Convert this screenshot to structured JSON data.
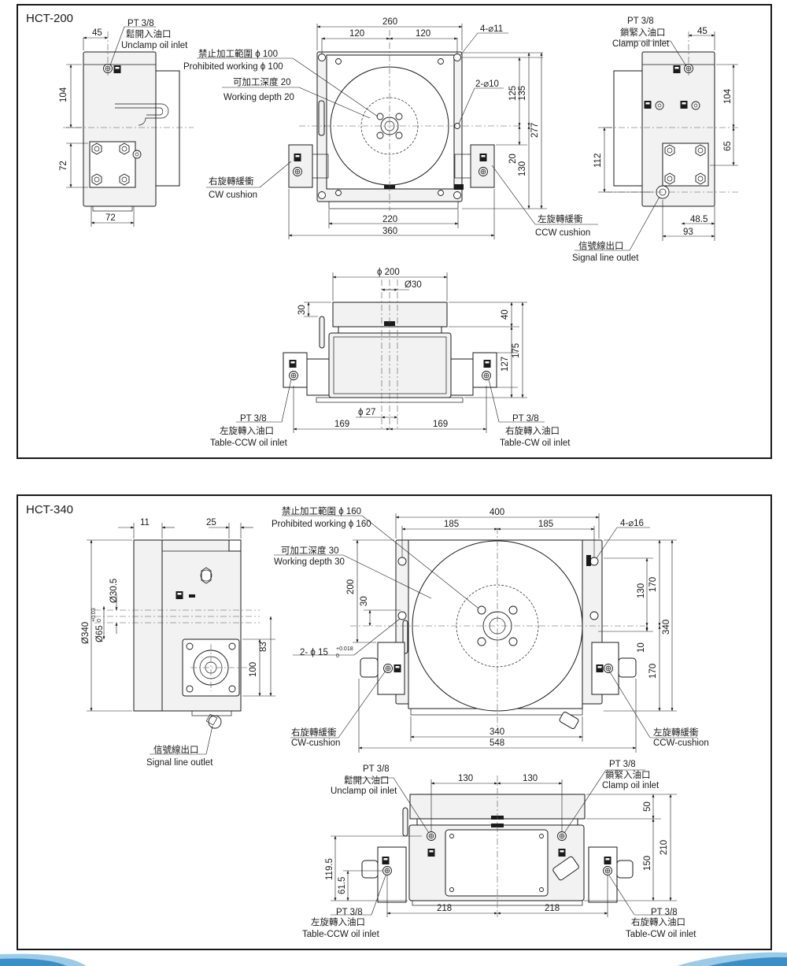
{
  "panels": [
    {
      "title": "HCT-200"
    },
    {
      "title": "HCT-340"
    }
  ],
  "hct200": {
    "labels": {
      "unclamp_pt": "PT 3/8",
      "unclamp_cn": "鬆開入油口",
      "unclamp_en": "Unclamp oil inlet",
      "prohibited_cn": "禁止加工範圍 ϕ 100",
      "prohibited_en": "Prohibited working ϕ 100",
      "depth_cn": "可加工深度 20",
      "depth_en": "Working depth 20",
      "cw_cn": "右旋轉緩衝",
      "cw_en": "CW cushion",
      "clamp_pt": "PT 3/8",
      "clamp_cn": "鎖緊入油口",
      "clamp_en": "Clamp oil inlet",
      "ccw_cn": "左旋轉緩衝",
      "ccw_en": "CCW cushion",
      "signal_cn": "信號線出口",
      "signal_en": "Signal line outlet",
      "tccw_pt": "PT 3/8",
      "tccw_cn": "左旋轉入油口",
      "tccw_en": "Table-CCW oil inlet",
      "tcw_pt": "PT 3/8",
      "tcw_cn": "右旋轉入油口",
      "tcw_en": "Table-CW oil inlet"
    },
    "dims": {
      "d45": "45",
      "d104": "104",
      "d72v": "72",
      "d72h": "72",
      "d260": "260",
      "d120a": "120",
      "d120b": "120",
      "h4": "4-⌀11",
      "h2": "2-⌀10",
      "d125": "125",
      "d135": "135",
      "d277": "277",
      "d20": "20",
      "d130": "130",
      "d220": "220",
      "d360": "360",
      "r45": "45",
      "r104": "104",
      "r65": "65",
      "r112": "112",
      "r48": "48.5",
      "r93": "93",
      "phi200": "ϕ 200",
      "phi30": "Ø30",
      "b30": "30",
      "b40": "40",
      "b175": "175",
      "b127": "127",
      "phi27": "ϕ 27",
      "b169a": "169",
      "b169b": "169"
    }
  },
  "hct340": {
    "labels": {
      "prohibited_cn": "禁止加工範圍 ϕ 160",
      "prohibited_en": "Prohibited working ϕ 160",
      "depth_cn": "可加工深度 30",
      "depth_en": "Working depth 30",
      "pin": "2- ϕ 15",
      "pin_tol_upper": "+0.018",
      "pin_tol_lower": "0",
      "cw_cn": "右旋轉緩衝",
      "cw_en": "CW-cushion",
      "ccw_cn": "左旋轉緩衝",
      "ccw_en": "CCW-cushion",
      "signal_cn": "信號線出口",
      "signal_en": "Signal line outlet",
      "unclamp_pt": "PT 3/8",
      "unclamp_cn": "鬆開入油口",
      "unclamp_en": "Unclamp oil inlet",
      "clamp_pt": "PT 3/8",
      "clamp_cn": "鎖緊入油口",
      "clamp_en": "Clamp oil inlet",
      "tccw_pt": "PT 3/8",
      "tccw_cn": "左旋轉入油口",
      "tccw_en": "Table-CCW oil inlet",
      "tcw_pt": "PT 3/8",
      "tcw_cn": "右旋轉入油口",
      "tcw_en": "Table-CW oil inlet"
    },
    "dims": {
      "s11": "11",
      "s25": "25",
      "phi340": "Ø340",
      "phi30_5": "Ø30.5",
      "phi65": "Ø65",
      "phi65_tol_upper": "+0.03",
      "phi65_tol_lower": "0",
      "s83": "83",
      "s100": "100",
      "f400": "400",
      "f185a": "185",
      "f185b": "185",
      "f4": "4-⌀16",
      "f200": "200",
      "f30": "30",
      "f130": "130",
      "f170a": "170",
      "f340": "340",
      "f10": "10",
      "f170b": "170",
      "f340h": "340",
      "f548": "548",
      "b130a": "130",
      "b130b": "130",
      "b50": "50",
      "b210": "210",
      "b150": "150",
      "b119": "119.5",
      "b61": "61.5",
      "b218a": "218",
      "b218b": "218"
    }
  }
}
